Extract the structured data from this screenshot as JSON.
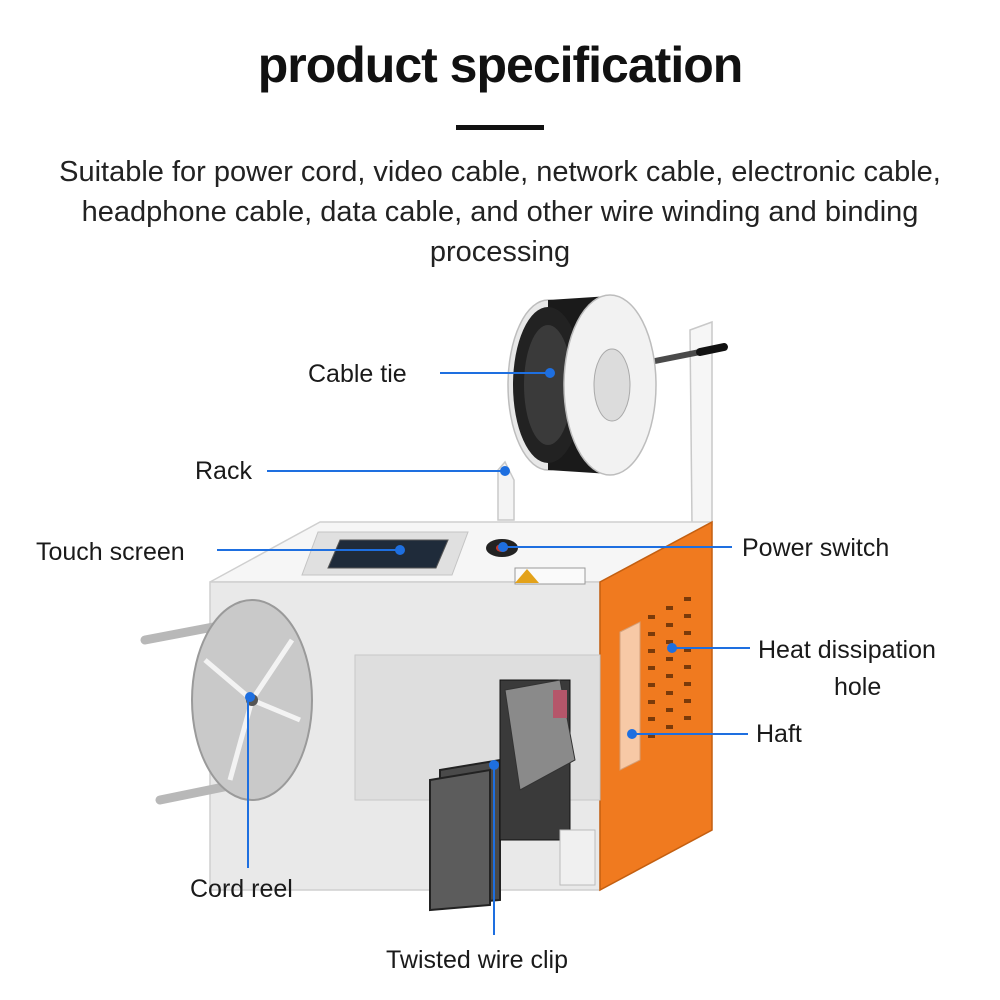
{
  "header": {
    "title": "product specification",
    "subtitle": "Suitable for power cord, video cable, network cable, electronic cable, headphone cable, data cable, and other wire winding and binding processing"
  },
  "callouts": {
    "cable_tie": "Cable tie",
    "rack": "Rack",
    "touch_screen": "Touch screen",
    "power_switch": "Power switch",
    "heat_dissipation_line1": "Heat dissipation",
    "heat_dissipation_line2": "hole",
    "haft": "Haft",
    "cord_reel": "Cord reel",
    "twisted_wire_clip": "Twisted wire clip"
  },
  "colors": {
    "leader_line": "#1e6fe0",
    "machine_body": "#ededed",
    "side_panel": "#f07a1f"
  }
}
